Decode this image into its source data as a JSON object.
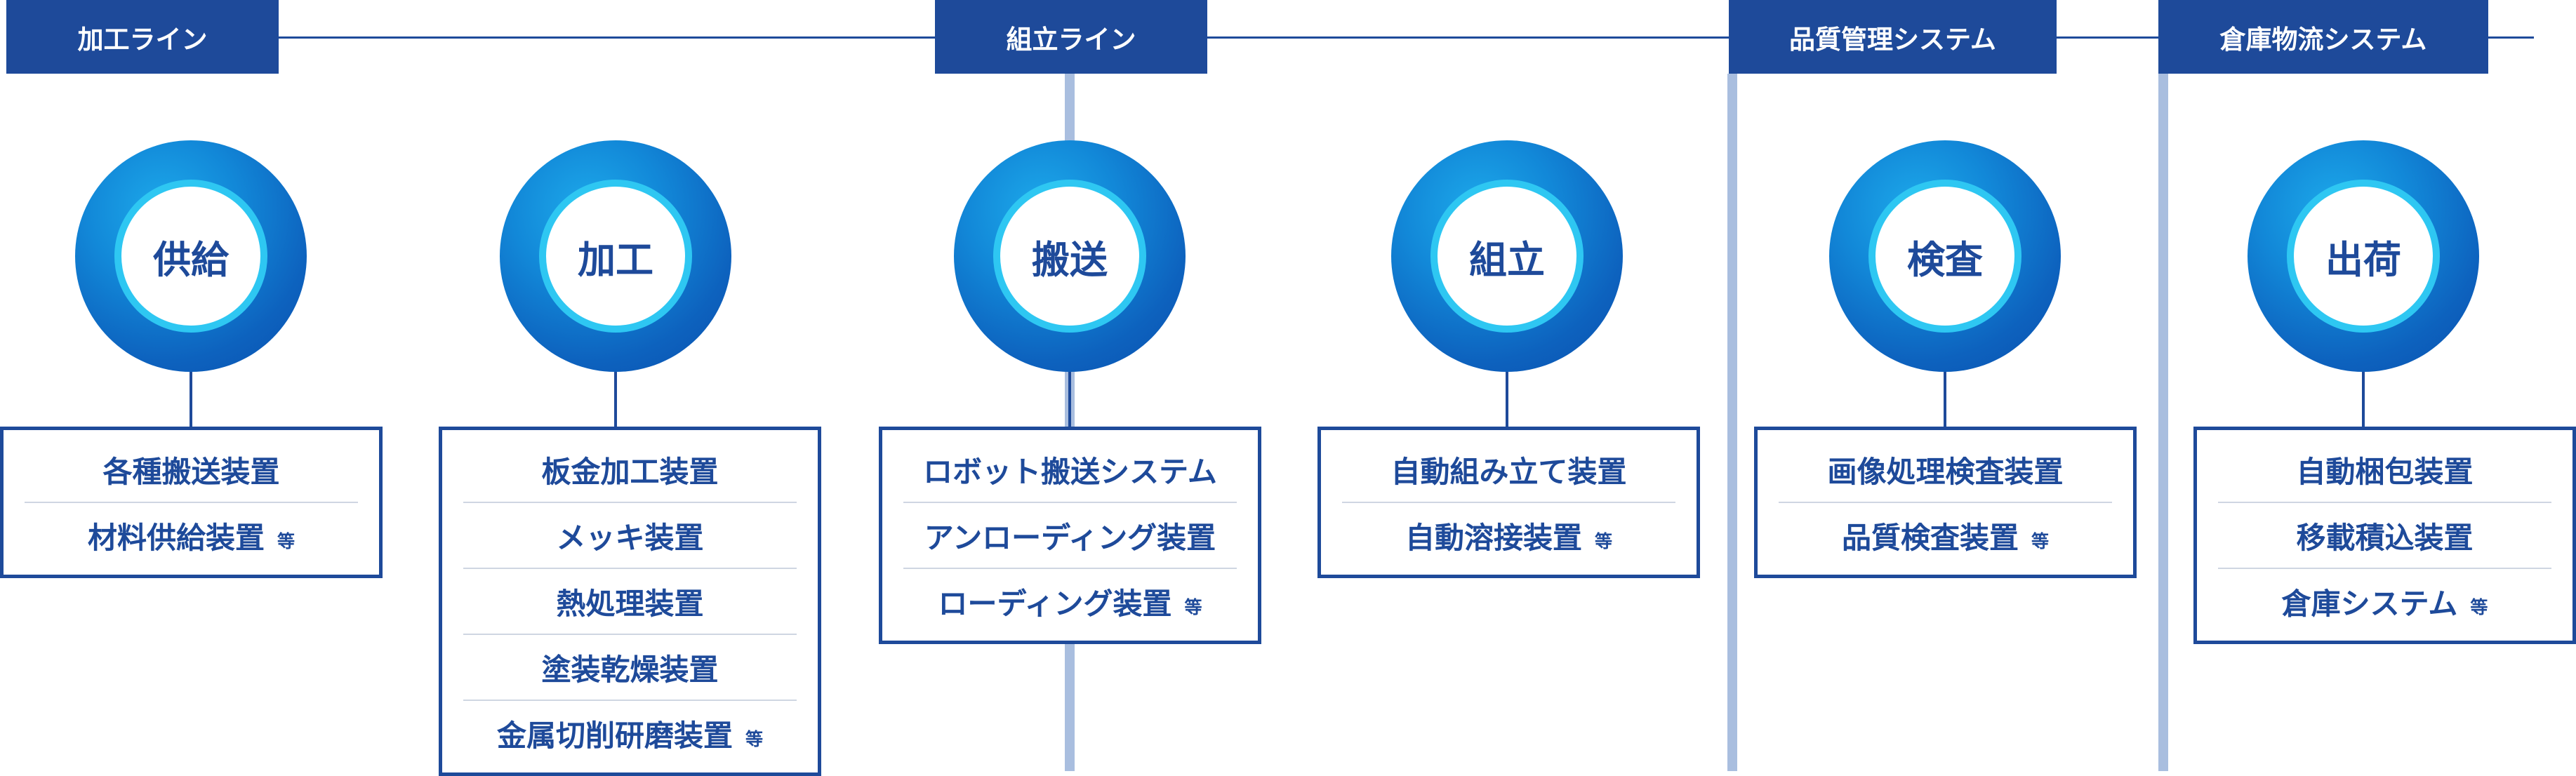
{
  "lines": [
    {
      "id": "kakou",
      "label": "加工ライン"
    },
    {
      "id": "kumitate",
      "label": "組立ライン"
    },
    {
      "id": "hinshitsu",
      "label": "品質管理システム"
    },
    {
      "id": "souko",
      "label": "倉庫物流システム"
    }
  ],
  "stages": [
    {
      "id": "kyokyu",
      "name": "供給",
      "items": [
        "各種搬送装置",
        "材料供給装置"
      ],
      "suffix": "等"
    },
    {
      "id": "kakou",
      "name": "加工",
      "items": [
        "板金加工装置",
        "メッキ装置",
        "熱処理装置",
        "塗装乾燥装置",
        "金属切削研磨装置"
      ],
      "suffix": "等"
    },
    {
      "id": "hansou",
      "name": "搬送",
      "items": [
        "ロボット搬送システム",
        "アンローディング装置",
        "ローディング装置"
      ],
      "suffix": "等"
    },
    {
      "id": "kumitate",
      "name": "組立",
      "items": [
        "自動組み立て装置",
        "自動溶接装置"
      ],
      "suffix": "等"
    },
    {
      "id": "kensa",
      "name": "検査",
      "items": [
        "画像処理検査装置",
        "品質検査装置"
      ],
      "suffix": "等"
    },
    {
      "id": "shukka",
      "name": "出荷",
      "items": [
        "自動梱包装置",
        "移載積込装置",
        "倉庫システム"
      ],
      "suffix": "等"
    }
  ],
  "colors": {
    "primary": "#1e4a9a",
    "accent": "#1da9ea",
    "divider": "#a9bedf"
  }
}
